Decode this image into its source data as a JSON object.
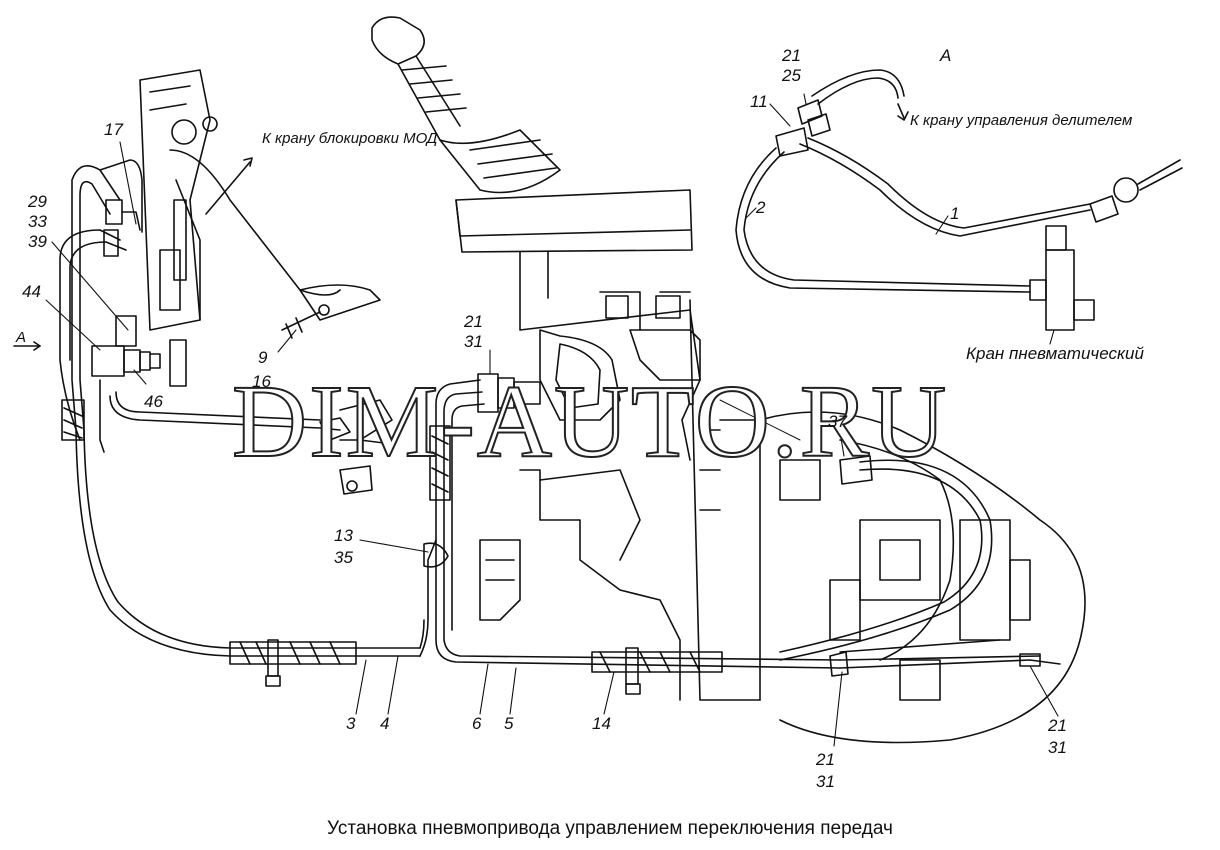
{
  "caption": "Установка пневмопривода управлением переключения передач",
  "watermark": "DIM-AUTO.RU",
  "view_marker": "A",
  "view_title": "A",
  "annotations": {
    "to_mod_lock_valve": "К крану блокировки МОД",
    "to_divider_valve": "К крану управления делителем",
    "pneumatic_valve": "Кран пневматический"
  },
  "callouts": [
    {
      "id": "c17",
      "text": "17"
    },
    {
      "id": "c29",
      "text": "29"
    },
    {
      "id": "c33",
      "text": "33"
    },
    {
      "id": "c39",
      "text": "39"
    },
    {
      "id": "c44",
      "text": "44"
    },
    {
      "id": "c46",
      "text": "46"
    },
    {
      "id": "c9",
      "text": "9"
    },
    {
      "id": "c16",
      "text": "16"
    },
    {
      "id": "c21a",
      "text": "21"
    },
    {
      "id": "c31a",
      "text": "31"
    },
    {
      "id": "c13",
      "text": "13"
    },
    {
      "id": "c35",
      "text": "35"
    },
    {
      "id": "c3",
      "text": "3"
    },
    {
      "id": "c4",
      "text": "4"
    },
    {
      "id": "c6",
      "text": "6"
    },
    {
      "id": "c5",
      "text": "5"
    },
    {
      "id": "c14",
      "text": "14"
    },
    {
      "id": "c21b",
      "text": "21"
    },
    {
      "id": "c31b",
      "text": "31"
    },
    {
      "id": "c21c",
      "text": "21"
    },
    {
      "id": "c31c",
      "text": "31"
    },
    {
      "id": "c37",
      "text": "37"
    },
    {
      "id": "c21d",
      "text": "21"
    },
    {
      "id": "c25",
      "text": "25"
    },
    {
      "id": "c11",
      "text": "11"
    },
    {
      "id": "c2",
      "text": "2"
    },
    {
      "id": "c1",
      "text": "1"
    }
  ]
}
